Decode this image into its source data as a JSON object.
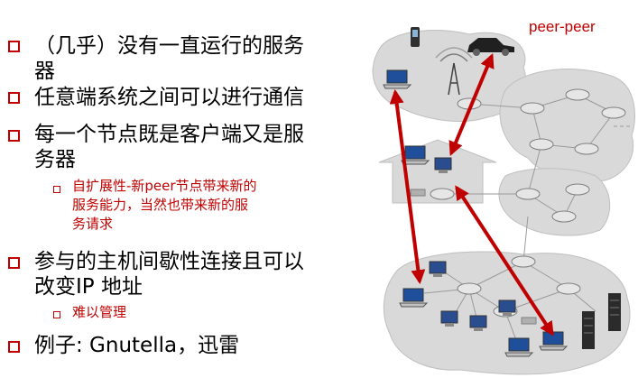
{
  "bullets": [
    {
      "text_line1": "（几乎）没有一直运行的服务",
      "text_line2": "器"
    },
    {
      "text": "任意端系统之间可以进行通信"
    },
    {
      "text_line1": "每一个节点既是客户端又是服",
      "text_line2": "务器"
    },
    {
      "sub_line1": "自扩展性-新peer节点带来新的",
      "sub_line2": "服务能力，当然也带来新的服",
      "sub_line3": "务请求"
    },
    {
      "text_line1": "参与的主机间歇性连接且可以",
      "text_line2": "改变IP 地址"
    },
    {
      "sub": "难以管理"
    },
    {
      "text": "例子: Gnutella，迅雷"
    }
  ],
  "diagram": {
    "label": "peer-peer",
    "accent_color": "#c00000",
    "cloud_color": "#d9d9d9",
    "icons": [
      "cellphone-icon",
      "car-icon",
      "cell-tower-icon",
      "laptop-icon",
      "router-icon",
      "server-icon",
      "pc-icon",
      "house-icon"
    ]
  }
}
